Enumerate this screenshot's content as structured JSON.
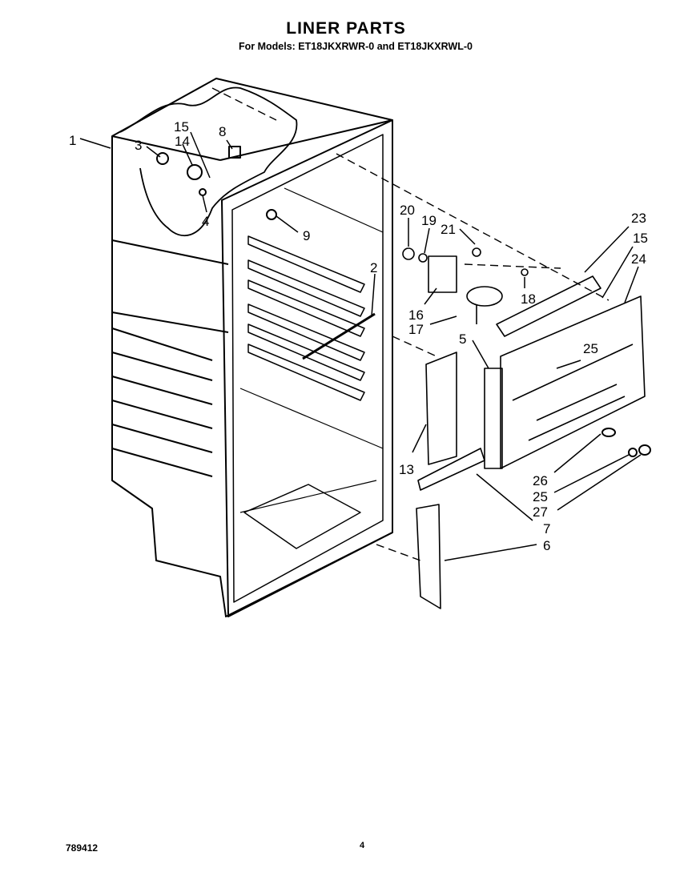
{
  "header": {
    "title": "LINER PARTS",
    "subtitle": "For Models: ET18JKXRWR-0 and ET18JKXRWL-0"
  },
  "callouts": [
    {
      "id": "c1",
      "label": "1"
    },
    {
      "id": "c2",
      "label": "2"
    },
    {
      "id": "c3",
      "label": "3"
    },
    {
      "id": "c4",
      "label": "4"
    },
    {
      "id": "c5",
      "label": "5"
    },
    {
      "id": "c6",
      "label": "6"
    },
    {
      "id": "c7",
      "label": "7"
    },
    {
      "id": "c8",
      "label": "8"
    },
    {
      "id": "c9",
      "label": "9"
    },
    {
      "id": "c13",
      "label": "13"
    },
    {
      "id": "c14",
      "label": "14"
    },
    {
      "id": "c15a",
      "label": "15"
    },
    {
      "id": "c15b",
      "label": "15"
    },
    {
      "id": "c16",
      "label": "16"
    },
    {
      "id": "c17",
      "label": "17"
    },
    {
      "id": "c18",
      "label": "18"
    },
    {
      "id": "c19",
      "label": "19"
    },
    {
      "id": "c20",
      "label": "20"
    },
    {
      "id": "c21",
      "label": "21"
    },
    {
      "id": "c23",
      "label": "23"
    },
    {
      "id": "c24",
      "label": "24"
    },
    {
      "id": "c25a",
      "label": "25"
    },
    {
      "id": "c25b",
      "label": "25"
    },
    {
      "id": "c26",
      "label": "26"
    },
    {
      "id": "c27",
      "label": "27"
    }
  ],
  "footer": {
    "doc_number": "789412",
    "page_number": "4"
  }
}
